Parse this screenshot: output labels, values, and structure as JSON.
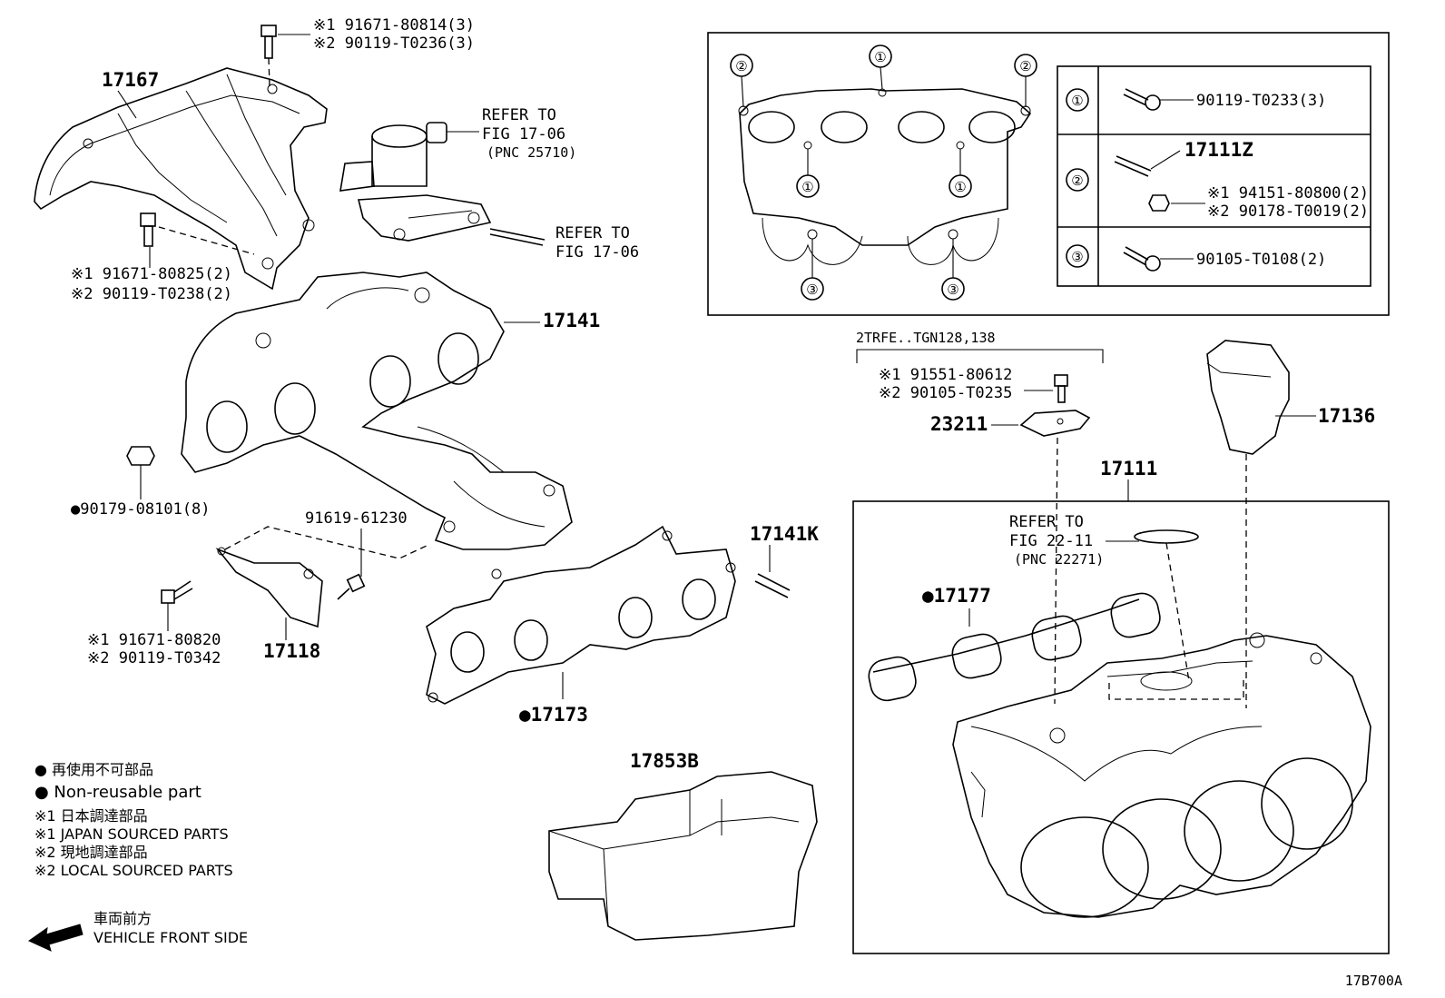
{
  "labels": {
    "heat_insulator": "17167",
    "heat_insulator_bolt_j": "※1 91671-80814(3)",
    "heat_insulator_bolt_l": "※2 90119-T0236(3)",
    "refer_1_line1": "REFER TO",
    "refer_1_line2": "FIG 17-06",
    "refer_1_line3": "(PNC 25710)",
    "refer_2_line1": "REFER TO",
    "refer_2_line2": "FIG 17-06",
    "lower_bolt_j": "※1 91671-80825(2)",
    "lower_bolt_l": "※2 90119-T0238(2)",
    "exhaust_manifold": "17141",
    "nut": "●90179-08101(8)",
    "stay_bolt": "91619-61230",
    "stud": "17141K",
    "stay_bolt_j": "※1 91671-80820",
    "stay_bolt_l": "※2 90119-T0342",
    "stay": "17118",
    "exhaust_gasket": "●17173",
    "insulator_b": "17853B",
    "model_note": "2TRFE..TGN128,138",
    "bracket_bolt_j": "※1 91551-80612",
    "bracket_bolt_l": "※2 90105-T0235",
    "bracket": "23211",
    "cover": "17136",
    "intake_manifold": "17111",
    "refer_3_line1": "REFER TO",
    "refer_3_line2": "FIG 22-11",
    "refer_3_line3": "(PNC 22271)",
    "intake_gasket": "●17177",
    "diagram_code": "17B700A"
  },
  "callout_table": {
    "row1_num": "①",
    "row1_part": "90119-T0233(3)",
    "row2_num": "②",
    "row2_part": "17111Z",
    "row2_sub_j": "※1 94151-80800(2)",
    "row2_sub_l": "※2 90178-T0019(2)",
    "row3_num": "③",
    "row3_part": "90105-T0108(2)"
  },
  "detail_callouts": {
    "c1": "①",
    "c2": "②",
    "c3": "③"
  },
  "legend": {
    "non_reusable_jp": "● 再使用不可部品",
    "non_reusable_en": "● Non-reusable part",
    "japan_jp": "※1 日本調達部品",
    "japan_en": "※1 JAPAN SOURCED PARTS",
    "local_jp": "※2 現地調達部品",
    "local_en": "※2 LOCAL SOURCED PARTS",
    "front_jp": "車両前方",
    "front_en": "VEHICLE FRONT SIDE"
  }
}
